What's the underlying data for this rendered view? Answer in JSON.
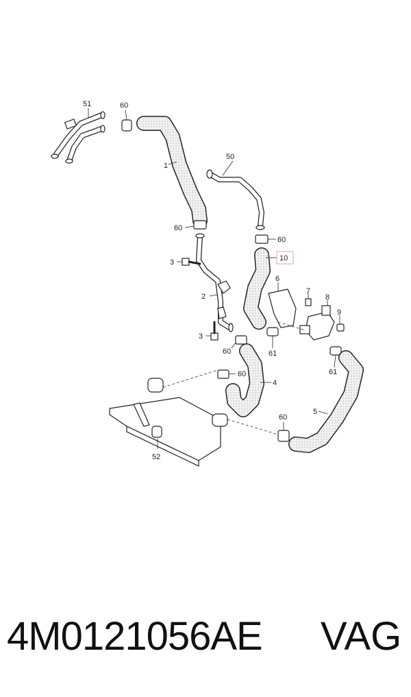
{
  "callouts": {
    "c51": "51",
    "c60a": "60",
    "c1": "1",
    "c50": "50",
    "c60b": "60",
    "c60c": "60",
    "c10": "10",
    "c3a": "3",
    "c6": "6",
    "c7": "7",
    "c8": "8",
    "c9": "9",
    "c2": "2",
    "c3b": "3",
    "c60d": "60",
    "c61a": "61",
    "c61b": "61",
    "c60e": "60",
    "c4": "4",
    "c5": "5",
    "c60f": "60",
    "c52": "52"
  },
  "highlight_color": "#e8a0a8",
  "footer": {
    "part_number": "4M0121056AE",
    "brand": "VAG"
  }
}
